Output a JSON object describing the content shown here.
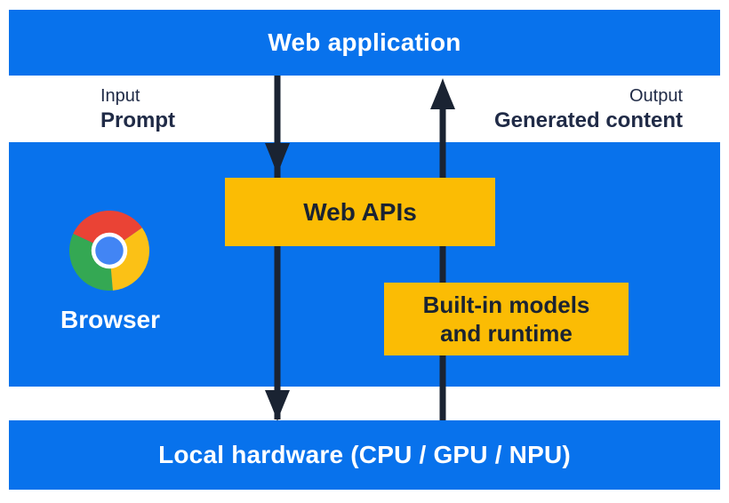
{
  "colors": {
    "blue": "#0872EC",
    "yellow": "#FBBC04",
    "ink": "#1A2332",
    "text_dark": "#202B47",
    "white": "#FFFFFF",
    "chrome_red": "#EA4335",
    "chrome_yellow": "#FBC116",
    "chrome_green": "#34A853",
    "chrome_blue": "#4285F4"
  },
  "top_band": {
    "label": "Web application"
  },
  "io_labels": {
    "input_caption": "Input",
    "input_value": "Prompt",
    "output_caption": "Output",
    "output_value": "Generated content"
  },
  "browser_band": {
    "browser_label": "Browser",
    "web_apis_label": "Web APIs",
    "builtin_models_line1": "Built-in models",
    "builtin_models_line2": "and runtime"
  },
  "bottom_band": {
    "label": "Local hardware (CPU / GPU / NPU)"
  },
  "icons": {
    "chrome_logo": "chrome-browser-logo",
    "down_arrow": "prompt-flow-down-arrow",
    "up_arrow": "generated-content-flow-up-arrow"
  }
}
